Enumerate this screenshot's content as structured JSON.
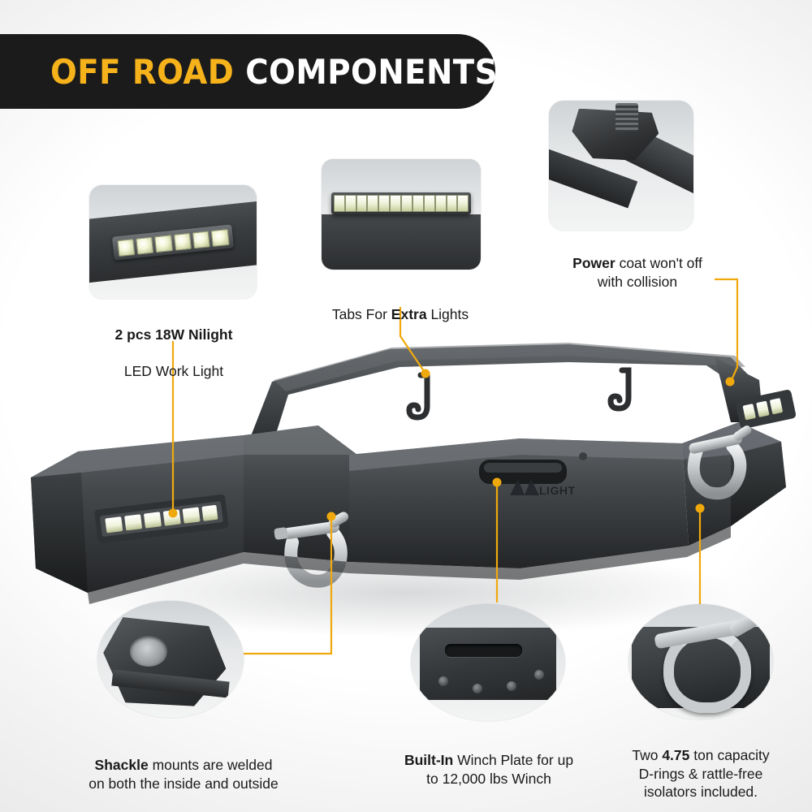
{
  "header": {
    "title_highlight": "OFF ROAD",
    "title_rest": " COMPONENTS",
    "bg_color": "#1b1b1b",
    "highlight_color": "#f6b21b"
  },
  "brand": {
    "logo_text": "LIGHT",
    "mark": "N"
  },
  "accent_color": "#f0a90d",
  "callouts": [
    {
      "id": "led-work-light",
      "bold": "2 pcs 18W Nilight",
      "rest": "LED Work Light",
      "full": "2 pcs 18W Nilight\nLED Work Light"
    },
    {
      "id": "extra-lights-tabs",
      "pre": "Tabs For ",
      "bold": "Extra",
      "post": " Lights",
      "full": "Tabs For Extra Lights"
    },
    {
      "id": "power-coat",
      "bold": "Power",
      "rest": " coat won't off\nwith collision",
      "full": "Power coat won't off with collision"
    },
    {
      "id": "shackle-mounts",
      "bold": "Shackle",
      "rest": " mounts are welded\non both the inside and outside",
      "full": "Shackle mounts are welded on both the inside and outside"
    },
    {
      "id": "winch-plate",
      "bold": "Built-In",
      "rest": " Winch Plate for up\nto 12,000 lbs Winch",
      "full": "Built-In Winch Plate for up to 12,000 lbs Winch"
    },
    {
      "id": "d-rings",
      "pre": "Two  ",
      "bold": "4.75",
      "post": " ton capacity\nD-rings & rattle-free\nisolators included.",
      "full": "Two 4.75 ton capacity D-rings & rattle-free isolators included."
    }
  ],
  "bubbles": [
    {
      "id": "bubble-led-work-light",
      "label": "LED work light close-up"
    },
    {
      "id": "bubble-light-bar-tabs",
      "label": "LED light bar on tabs"
    },
    {
      "id": "bubble-power-coat",
      "label": "Powder coated bracket"
    },
    {
      "id": "bubble-shackle-mount",
      "label": "Shackle mount close-up"
    },
    {
      "id": "bubble-winch-plate",
      "label": "Winch plate close-up"
    },
    {
      "id": "bubble-d-ring",
      "label": "D-ring shackle close-up"
    }
  ],
  "product": {
    "name": "Off road front bumper with LED lights, winch plate and D-rings"
  }
}
